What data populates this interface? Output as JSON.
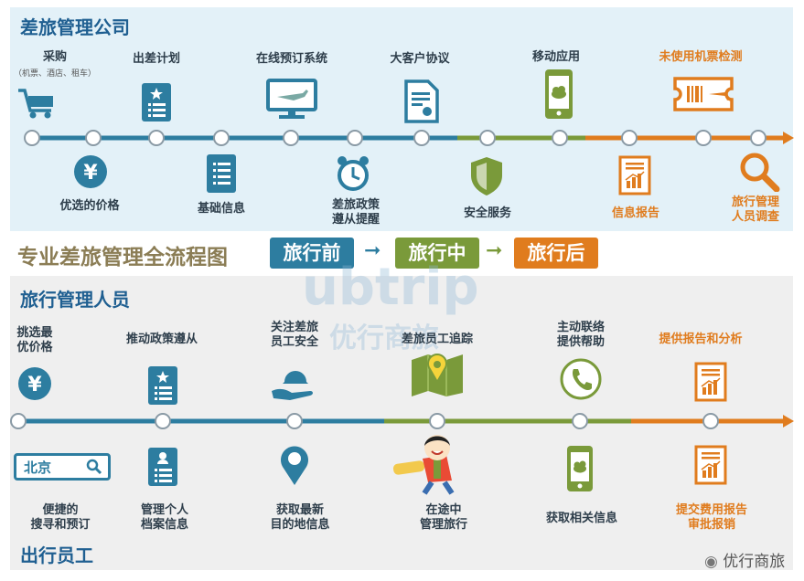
{
  "top": {
    "title": "差旅管理公司",
    "upper": [
      {
        "label": "采购",
        "sub": "（机票、酒店、租车）",
        "icon": "shopping-cart-icon"
      },
      {
        "label": "出差计划",
        "icon": "document-star-icon"
      },
      {
        "label": "在线预订系统",
        "icon": "monitor-plane-icon"
      },
      {
        "label": "大客户协议",
        "icon": "contract-icon"
      },
      {
        "label": "移动应用",
        "icon": "smartphone-cloud-icon"
      },
      {
        "label": "未使用机票检测",
        "icon": "ticket-plane-icon"
      }
    ],
    "lower": [
      {
        "label": "优选的价格",
        "icon": "yen-coin-icon"
      },
      {
        "label": "基础信息",
        "icon": "list-document-icon"
      },
      {
        "label": "差旅政策\n遵从提醒",
        "icon": "alarm-clock-icon"
      },
      {
        "label": "安全服务",
        "icon": "shield-icon"
      },
      {
        "label": "信息报告",
        "icon": "report-chart-icon"
      },
      {
        "label": "旅行管理\n人员调查",
        "icon": "magnifier-icon"
      }
    ]
  },
  "middle": {
    "title": "专业差旅管理全流程图",
    "phases": [
      "旅行前",
      "旅行中",
      "旅行后"
    ],
    "arrow": "➞"
  },
  "bottom": {
    "title_top": "旅行管理人员",
    "title_bottom": "出行员工",
    "upper": [
      {
        "label": "挑选最\n优价格",
        "icon": "yen-coin-icon"
      },
      {
        "label": "推动政策遵从",
        "icon": "document-star-icon"
      },
      {
        "label": "关注差旅\n员工安全",
        "icon": "hand-helmet-icon"
      },
      {
        "label": "差旅员工追踪",
        "icon": "map-pin-icon"
      },
      {
        "label": "主动联络\n提供帮助",
        "icon": "phone-icon"
      },
      {
        "label": "提供报告和分析",
        "icon": "report-chart-icon"
      }
    ],
    "lower": [
      {
        "label": "便捷的\n搜寻和预订",
        "icon": "search-box-icon",
        "box_text": "北京"
      },
      {
        "label": "管理个人\n档案信息",
        "icon": "profile-document-icon"
      },
      {
        "label": "获取最新\n目的地信息",
        "icon": "location-pin-icon"
      },
      {
        "label": "在途中\n管理旅行",
        "icon": "traveler-cartoon-icon"
      },
      {
        "label": "获取相关信息",
        "icon": "smartphone-cloud-icon"
      },
      {
        "label": "提交费用报告\n审批报销",
        "icon": "report-chart-icon"
      }
    ]
  },
  "watermark": {
    "logo": "ubtrip",
    "text": "优行商旅"
  },
  "weibo": "优行商旅",
  "colors": {
    "blue": "#2d7da0",
    "green": "#7a9a3a",
    "orange": "#e07c1e",
    "title_blue": "#1f5f91"
  }
}
